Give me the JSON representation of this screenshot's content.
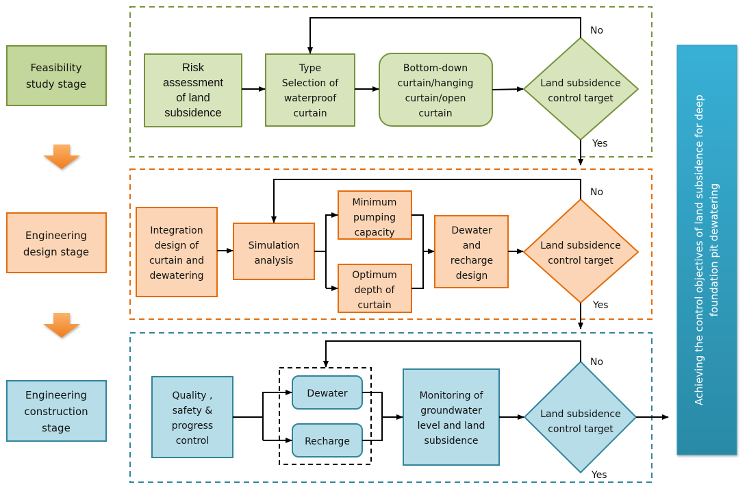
{
  "colors": {
    "green_fill": "#d8e4bc",
    "green_stage_fill": "#c3d69b",
    "green_stroke": "#77933c",
    "orange_fill": "#fbd5b5",
    "orange_stroke": "#e46c0a",
    "blue_fill": "#b7dde8",
    "blue_stroke": "#31849b",
    "goal_fill_top": "#38b0d6",
    "goal_fill_bottom": "#2a8aa6",
    "arrow_orange": "#f79646"
  },
  "stages": [
    {
      "id": "feasibility",
      "lines": [
        "Feasibility",
        "study stage"
      ]
    },
    {
      "id": "design",
      "lines": [
        "Engineering",
        "design stage"
      ]
    },
    {
      "id": "construction",
      "lines": [
        "Engineering",
        "construction",
        "stage"
      ]
    }
  ],
  "feasibility": {
    "risk": [
      "Risk",
      "assessment",
      "of land",
      "subsidence"
    ],
    "type_selection": [
      "Type",
      "Selection of",
      "waterproof",
      "curtain"
    ],
    "curtain_types": [
      "Bottom-down",
      "curtain/hanging",
      "curtain/open",
      "curtain"
    ],
    "decision": [
      "Land subsidence",
      "control target"
    ]
  },
  "design": {
    "integration": [
      "Integration",
      "design of",
      "curtain and",
      "dewatering"
    ],
    "simulation": [
      "Simulation",
      "analysis"
    ],
    "min_pumping": [
      "Minimum",
      "pumping",
      "capacity"
    ],
    "optimum_depth": [
      "Optimum",
      "depth of",
      "curtain"
    ],
    "dewater_recharge": [
      "Dewater",
      "and",
      "recharge",
      "design"
    ],
    "decision": [
      "Land subsidence",
      "control target"
    ]
  },
  "construction": {
    "quality": [
      "Quality ,",
      "safety &",
      "progress",
      "control"
    ],
    "dewater": "Dewater",
    "recharge": "Recharge",
    "monitoring": [
      "Monitoring of",
      "groundwater",
      "level and land",
      "subsidence"
    ],
    "decision": [
      "Land subsidence",
      "control target"
    ]
  },
  "labels": {
    "no": "No",
    "yes": "Yes"
  },
  "goal": [
    "Achieving the control objectives of land subsidence for deep",
    "foundation pit dewatering"
  ]
}
